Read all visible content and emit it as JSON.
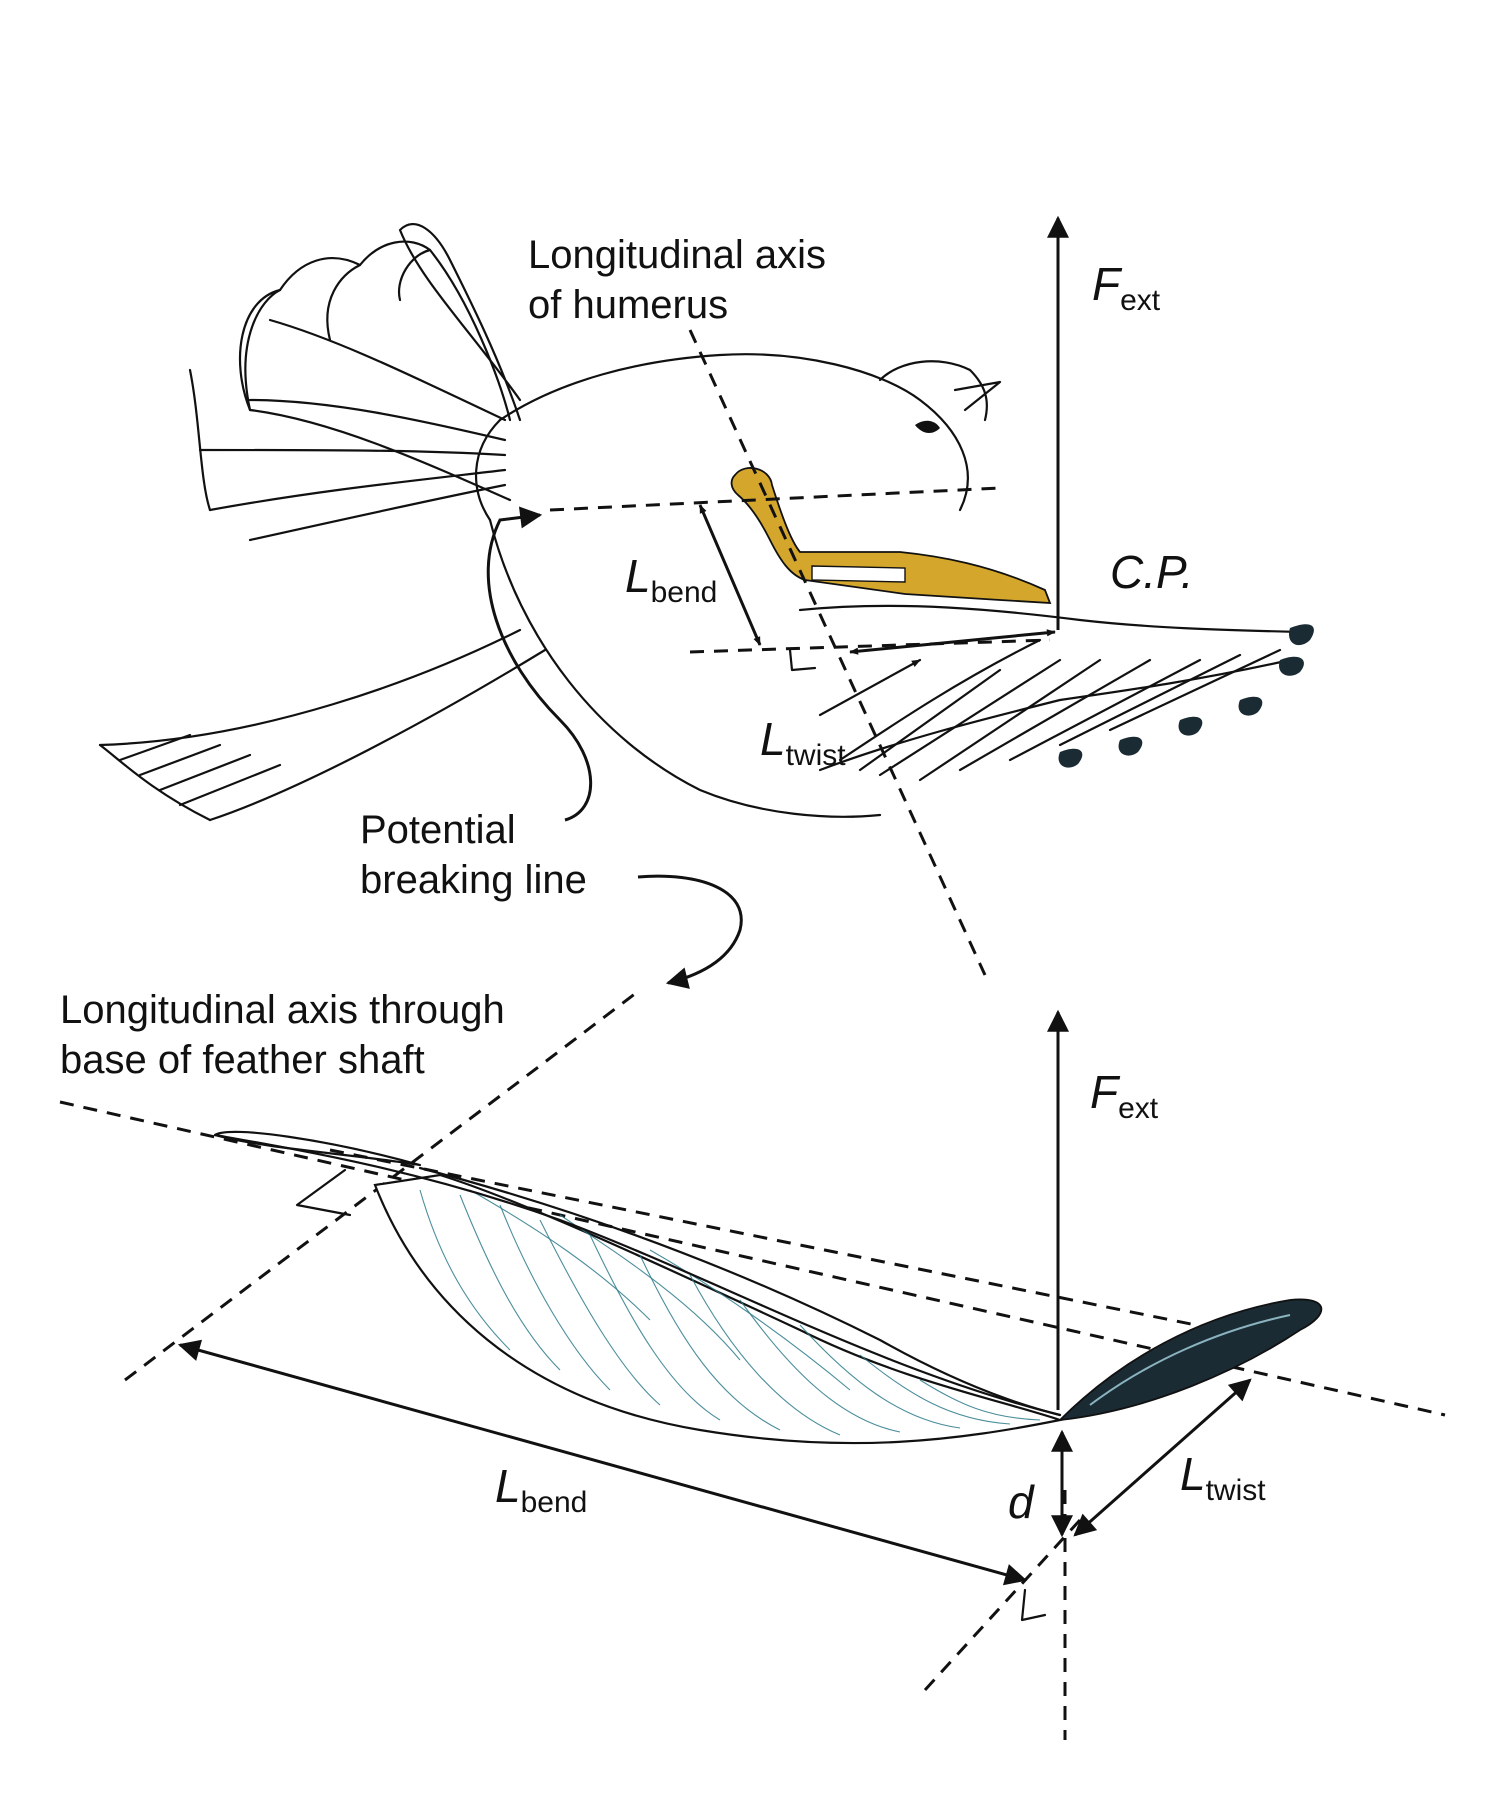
{
  "labels": {
    "humerus_axis": [
      "Longitudinal axis",
      "of humerus"
    ],
    "breaking_line": [
      "Potential",
      "breaking line"
    ],
    "shaft_axis": [
      "Longitudinal axis through",
      "base of feather shaft"
    ],
    "cp": "C.P."
  },
  "symbols": {
    "F": "F",
    "F_sub": "ext",
    "L": "L",
    "bend_sub": "bend",
    "twist_sub": "twist",
    "d": "d"
  },
  "colors": {
    "bone": "#d4a72c",
    "barbs": "#2c7a8a",
    "vane_dark": "#1a2b34",
    "ink": "#111111"
  }
}
